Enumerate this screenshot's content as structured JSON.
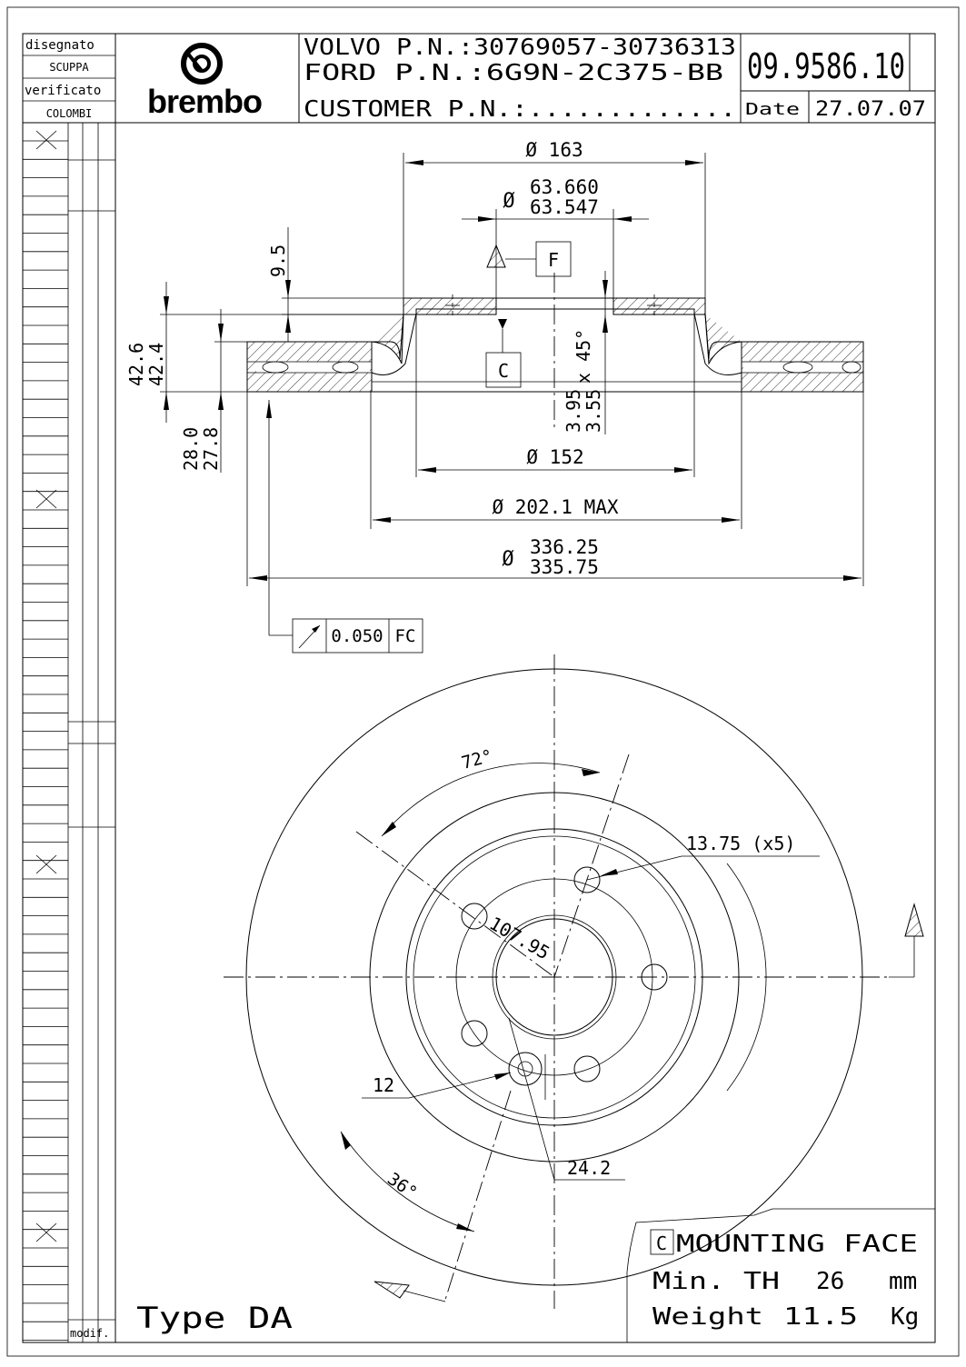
{
  "title_block": {
    "drawn_label": "disegnato",
    "drawn_by": "SCUPPA",
    "checked_label": "verificato",
    "checked_by": "COLOMBI",
    "logo_text": "brembo",
    "volvo_pn": "VOLVO P.N.:30769057-30736313",
    "ford_pn": "FORD P.N.:6G9N-2C375-BB",
    "customer_pn": "CUSTOMER P.N.:.............",
    "part_number": "09.9586.10",
    "date_label": "Date",
    "date_value": "27.07.07"
  },
  "revision_column": {
    "modif_label": "modif."
  },
  "section_view": {
    "dim_163": "Ø 163",
    "dim_bore_upper": "63.660",
    "dim_bore_lower": "63.547",
    "dim_bore_symbol": "Ø",
    "dim_9_5": "9.5",
    "datum_f": "F",
    "datum_c": "C",
    "dim_42_6": "42.6",
    "dim_42_4": "42.4",
    "dim_28_0": "28.0",
    "dim_27_8": "27.8",
    "chamfer_upper": "3.95",
    "chamfer_lower": "3.55",
    "chamfer_angle": "x 45°",
    "dim_152": "Ø 152",
    "dim_202": "Ø 202.1 MAX",
    "dim_od_symbol": "Ø",
    "dim_od_upper": "336.25",
    "dim_od_lower": "335.75",
    "runout_value": "0.050",
    "runout_datums": "FC"
  },
  "front_view": {
    "angle_72": "72°",
    "holes_note": "13.75 (x5)",
    "pcd": "107.95",
    "dim_12": "12",
    "dim_24_2": "24.2",
    "angle_36": "36°"
  },
  "notes": {
    "mounting_face_key": "C",
    "mounting_face": "MOUNTING FACE",
    "min_th_label": "Min. TH",
    "min_th_value": "26",
    "min_th_unit": "mm",
    "weight_label": "Weight",
    "weight_value": "11.5",
    "weight_unit": "Kg",
    "type": "Type DA"
  }
}
